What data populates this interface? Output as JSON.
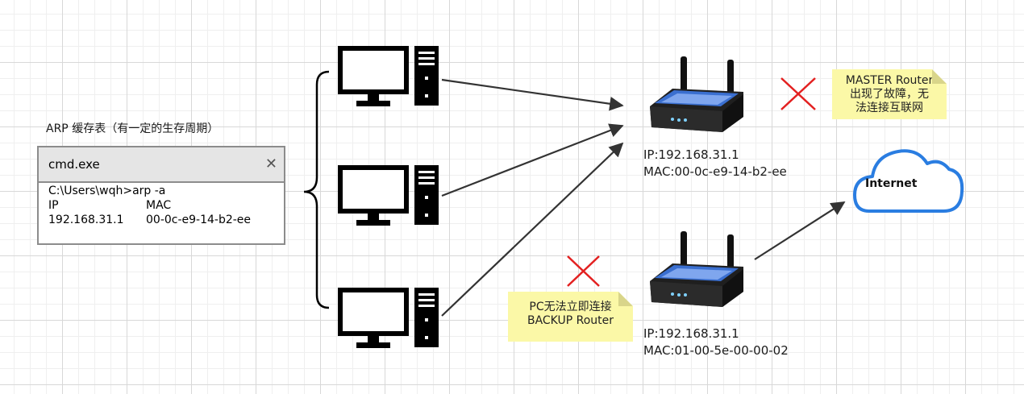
{
  "arp_table_title": "ARP 缓存表（有一定的生存周期）",
  "cmd_window": {
    "title": "cmd.exe",
    "close_icon": "close-icon",
    "command": "C:\\Users\\wqh>arp -a",
    "col_ip": "IP",
    "col_mac": "MAC",
    "row_ip": "192.168.31.1",
    "row_mac": "00-0c-e9-14-b2-ee"
  },
  "master_router": {
    "ip": "IP:192.168.31.1",
    "mac": "MAC:00-0c-e9-14-b2-ee",
    "note_line1": "MASTER Router",
    "note_line2": "出现了故障，无",
    "note_line3": "法连接互联网"
  },
  "backup_router": {
    "ip": "IP:192.168.31.1",
    "mac": "MAC:01-00-5e-00-00-02",
    "note_line1": "PC无法立即连接",
    "note_line2": "BACKUP Router"
  },
  "internet_label": "Internet",
  "colors": {
    "note_bg": "#fbf8a7",
    "x_mark": "#e32020",
    "cloud": "#2a7de1",
    "router_blue": "#3a6fd0"
  },
  "icons": [
    "pc-monitor-icon",
    "pc-tower-icon",
    "router-icon",
    "cloud-icon",
    "x-mark-icon",
    "close-icon"
  ]
}
